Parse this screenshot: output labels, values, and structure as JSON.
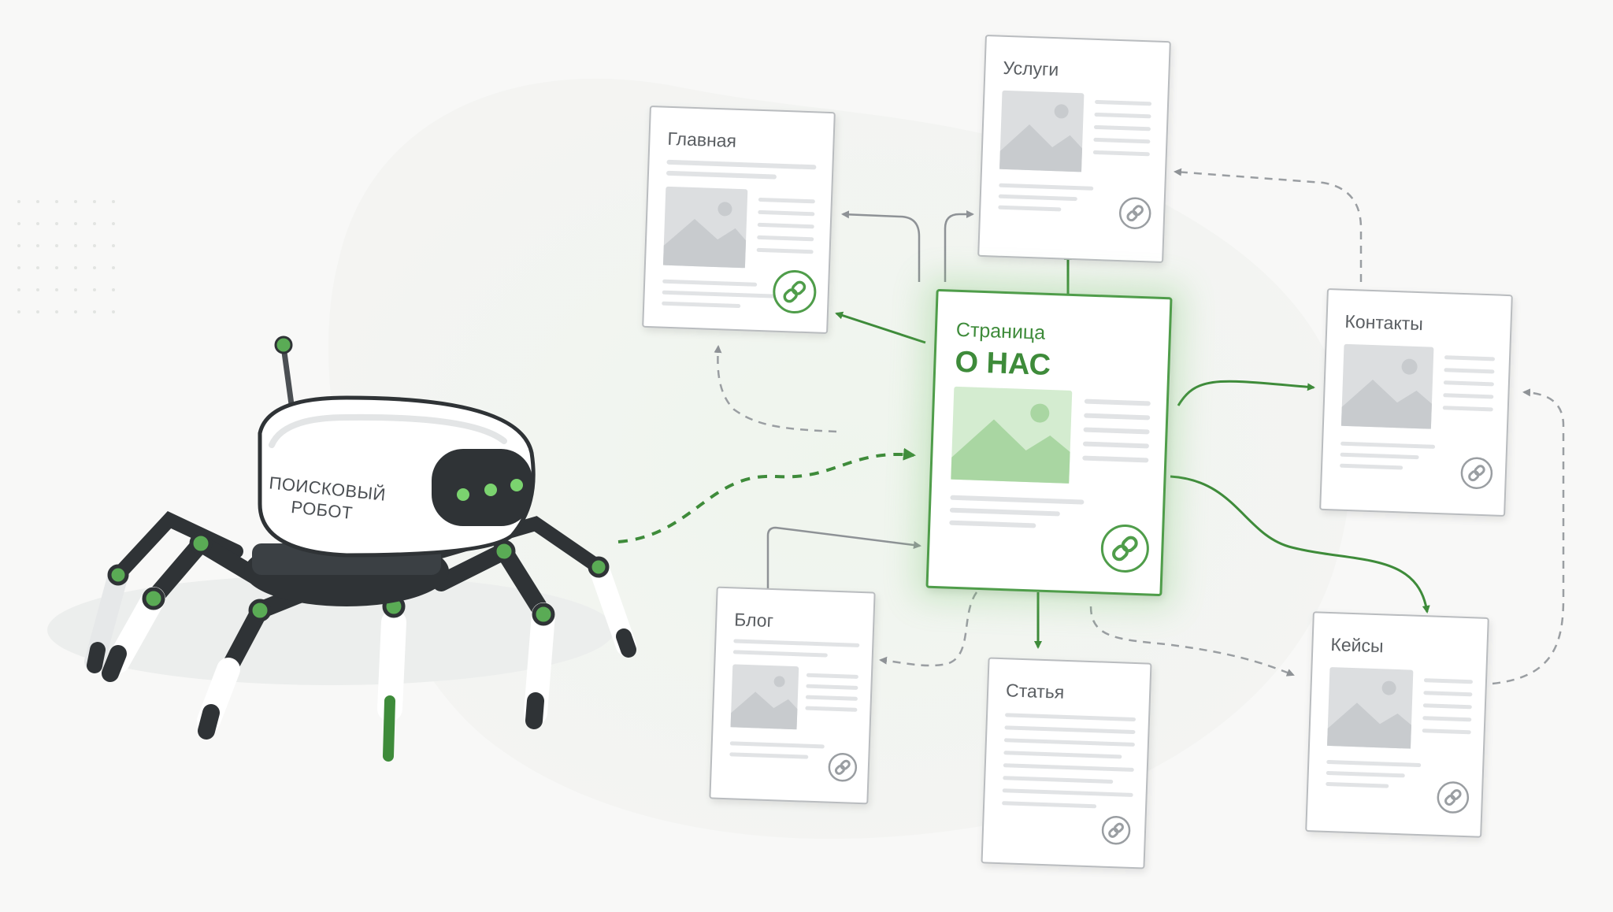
{
  "robot": {
    "label_line1": "ПОИСКОВЫЙ",
    "label_line2": "РОБОТ"
  },
  "main_page": {
    "kicker": "Страница",
    "title": "О НАС"
  },
  "pages": {
    "home": "Главная",
    "services": "Услуги",
    "contacts": "Контакты",
    "blog": "Блог",
    "article": "Статья",
    "cases": "Кейсы"
  },
  "colors": {
    "accent_green": "#3e8b3a",
    "link_green": "#4f9d4a",
    "card_border": "#b9bcbf",
    "placeholder_gray": "#dcdee0",
    "dashed_gray": "#9a9ea2"
  },
  "icons": [
    "link-icon",
    "image-placeholder-icon",
    "antenna-icon"
  ]
}
